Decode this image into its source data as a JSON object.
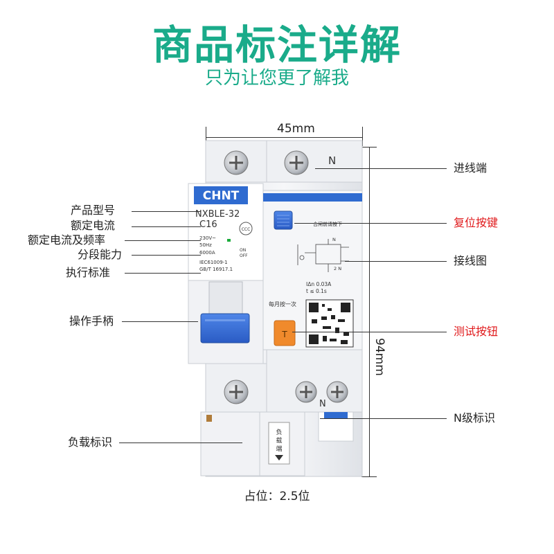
{
  "title": "商品标注详解",
  "subtitle": "只为让您更了解我",
  "dimensions": {
    "width": "45mm",
    "height": "94mm"
  },
  "occupancy": "占位：2.5位",
  "left_callouts": {
    "model": "产品型号",
    "rated_current": "额定电流",
    "rated_voltage_freq": "额定电流及频率",
    "breaking_capacity": "分段能力",
    "standard": "执行标准",
    "handle": "操作手柄",
    "load_mark": "负载标识"
  },
  "right_callouts": {
    "incoming": "进线端",
    "reset_button": "复位按键",
    "wiring_diagram": "接线图",
    "test_button": "测试按钮",
    "n_mark": "N级标识"
  },
  "breaker": {
    "brand": "CHNT",
    "model": "NXBLE-32",
    "current": "C16",
    "voltage": "230V~",
    "frequency": "50Hz",
    "capacity": "6000A",
    "standard_1": "IEC61009-1",
    "standard_2": "GB/T 16917.1",
    "on_label": "ON",
    "off_label": "OFF",
    "n_top": "N",
    "n_bottom": "N",
    "reset_hint": "合闸前请按下",
    "monthly_hint": "每月按一次",
    "test_letter": "T",
    "residual": "IΔn 0.03A",
    "trip_time": "t ≤ 0.1s",
    "load_side": [
      "负",
      "载",
      "端"
    ],
    "ccc": "CCC"
  },
  "colors": {
    "title": "#1aab8a",
    "handle_blue": "#3b6fd6",
    "test_orange": "#f08a2c",
    "red_label": "#e0191b",
    "stripe_blue": "#2f6bd0"
  }
}
